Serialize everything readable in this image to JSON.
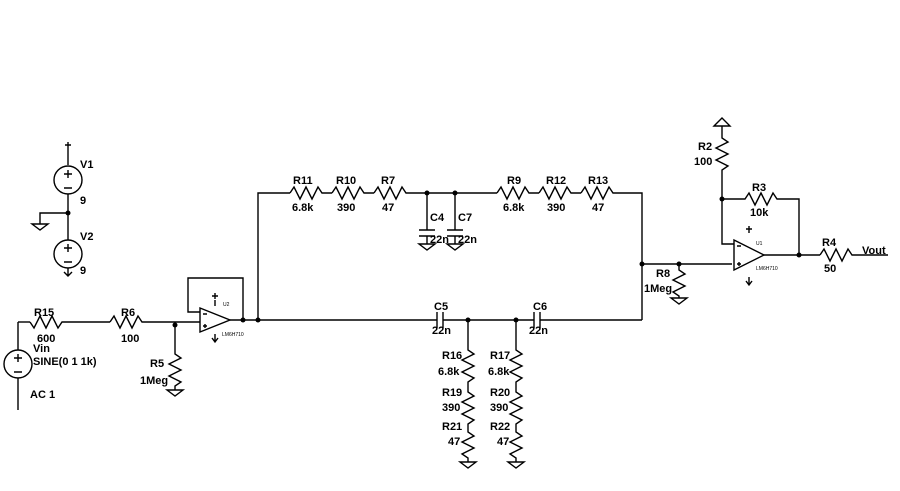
{
  "components": {
    "V1": {
      "name": "V1",
      "value": "9"
    },
    "V2": {
      "name": "V2",
      "value": "9"
    },
    "Vin": {
      "name": "Vin",
      "value": "SINE(0 1 1k)",
      "ac": "AC 1"
    },
    "R15": {
      "name": "R15",
      "value": "600"
    },
    "R6": {
      "name": "R6",
      "value": "100"
    },
    "R5": {
      "name": "R5",
      "value": "1Meg"
    },
    "U2": {
      "name": "U2",
      "model": "LM6H710"
    },
    "R11": {
      "name": "R11",
      "value": "6.8k"
    },
    "R10": {
      "name": "R10",
      "value": "390"
    },
    "R7": {
      "name": "R7",
      "value": "47"
    },
    "C4": {
      "name": "C4",
      "value": "22n"
    },
    "C7": {
      "name": "C7",
      "value": "22n"
    },
    "R9": {
      "name": "R9",
      "value": "6.8k"
    },
    "R12": {
      "name": "R12",
      "value": "390"
    },
    "R13": {
      "name": "R13",
      "value": "47"
    },
    "C5": {
      "name": "C5",
      "value": "22n"
    },
    "C6": {
      "name": "C6",
      "value": "22n"
    },
    "R16": {
      "name": "R16",
      "value": "6.8k"
    },
    "R19": {
      "name": "R19",
      "value": "390"
    },
    "R21": {
      "name": "R21",
      "value": "47"
    },
    "R17": {
      "name": "R17",
      "value": "6.8k"
    },
    "R20": {
      "name": "R20",
      "value": "390"
    },
    "R22": {
      "name": "R22",
      "value": "47"
    },
    "R8": {
      "name": "R8",
      "value": "1Meg"
    },
    "R2": {
      "name": "R2",
      "value": "100"
    },
    "R3": {
      "name": "R3",
      "value": "10k"
    },
    "U1": {
      "name": "U1",
      "model": "LM6H710"
    },
    "R4": {
      "name": "R4",
      "value": "50"
    }
  },
  "nets": {
    "output": "Vout"
  }
}
